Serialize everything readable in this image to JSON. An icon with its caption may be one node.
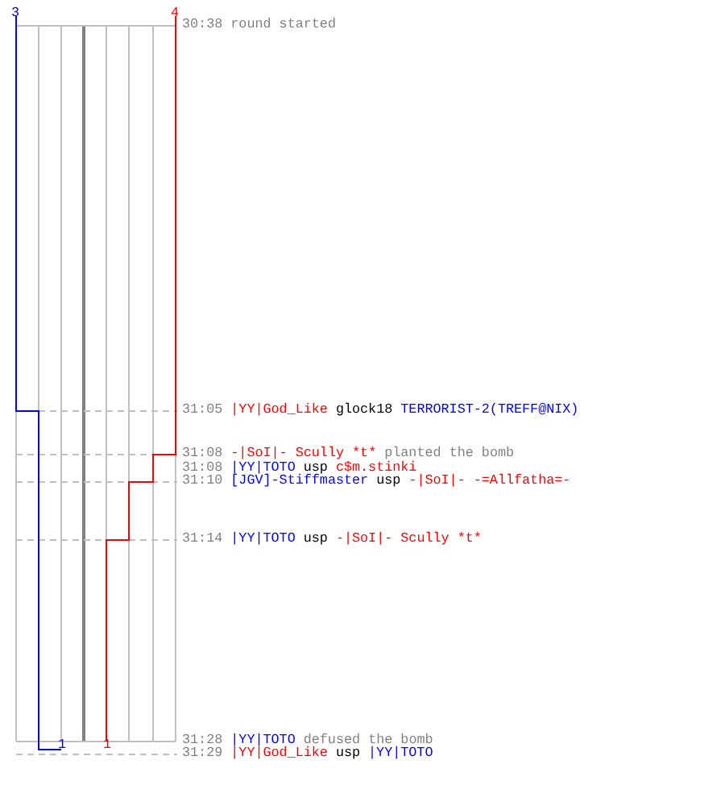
{
  "diagram": {
    "labels": [
      "3",
      "4",
      "30:38",
      "round started",
      "31:05",
      "|YY|God_Like",
      "glock18",
      "TERRORIST-2(TREFF@NIX)",
      "31:08",
      "-|SoI|- Scully *t*",
      "planted the bomb",
      "31:08",
      "|YY|TOTO",
      "usp",
      "c$m.stinki",
      "31:10",
      "[JGV]-Stiffmaster",
      "usp",
      "-|SoI|- -=Allfatha=-",
      "31:14",
      "|YY|TOTO",
      "usp",
      "-|SoI|- Scully *t*",
      "31:28",
      "|YY|TOTO",
      "defused the bomb",
      "31:29",
      "|YY|God_Like",
      "usp",
      "|YY|TOTO",
      "1",
      "1"
    ]
  }
}
